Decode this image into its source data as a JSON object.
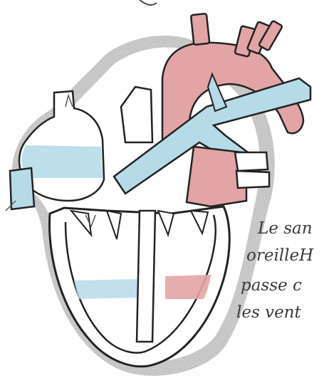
{
  "handwritten_note": {
    "lines": [
      "Le san",
      "oreilleH",
      "passe c",
      "les vent"
    ]
  },
  "drawing": {
    "subject": "heart-cross-section",
    "colors": {
      "paper": "#ffffff",
      "outline": "#222222",
      "oxygenated_red": "#e2a4a4",
      "deoxygenated_blue": "#b6dbe8",
      "pencil_shading": "#6a6a6a"
    }
  }
}
